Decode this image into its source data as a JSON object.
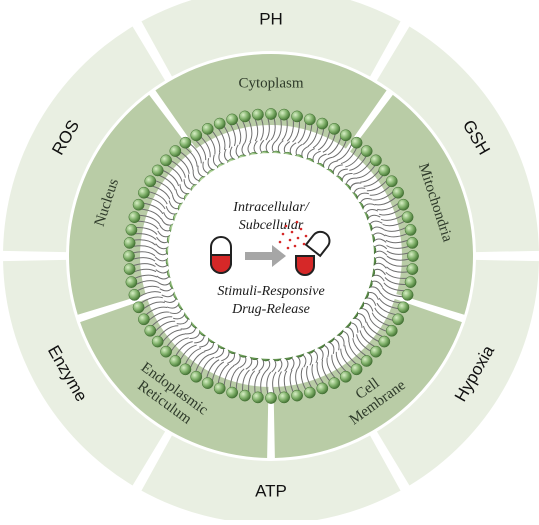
{
  "stimuli": [
    {
      "id": "ph",
      "label": "PH"
    },
    {
      "id": "gsh",
      "label": "GSH"
    },
    {
      "id": "hypoxia",
      "label": "Hypoxia"
    },
    {
      "id": "atp",
      "label": "ATP"
    },
    {
      "id": "enzyme",
      "label": "Enzyme"
    },
    {
      "id": "ros",
      "label": "ROS"
    }
  ],
  "organelles": [
    {
      "id": "cytoplasm",
      "lines": [
        "Cytoplasm"
      ]
    },
    {
      "id": "mitochondria",
      "lines": [
        "Mitochondria"
      ]
    },
    {
      "id": "cell-membrane",
      "lines": [
        "Cell",
        "Membrane"
      ]
    },
    {
      "id": "endoplasmic-reticulum",
      "lines": [
        "Endoplasmic",
        "Reticulum"
      ]
    },
    {
      "id": "nucleus",
      "lines": [
        "Nucleus"
      ]
    }
  ],
  "center": {
    "line1": "Intracellular/",
    "line2": "Subcellular",
    "line3": "Stimuli-Responsive",
    "line4": "Drug-Release"
  },
  "colors": {
    "outer_ring": "#e9efe2",
    "inner_ring": "#b9cca6",
    "lipid_head": "#7fb069",
    "lipid_head_dark": "#4e7f3e",
    "capsule_red": "#d62828",
    "arrow": "#a6a6a6"
  }
}
